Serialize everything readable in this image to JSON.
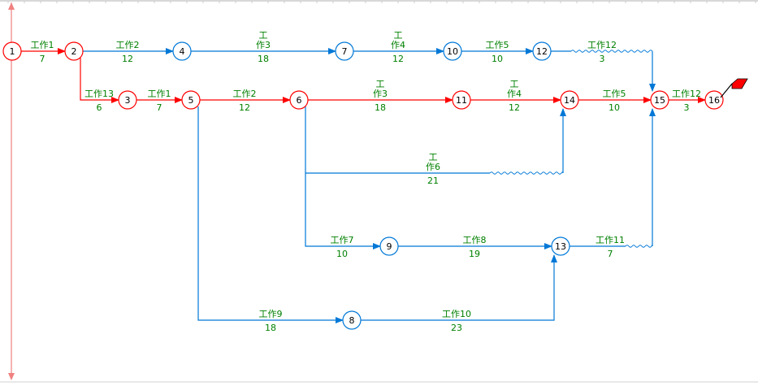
{
  "diagram": {
    "nodes": [
      {
        "id": "1",
        "label": "1",
        "critical": true
      },
      {
        "id": "2",
        "label": "2",
        "critical": true
      },
      {
        "id": "3",
        "label": "3",
        "critical": true
      },
      {
        "id": "4",
        "label": "4",
        "critical": false
      },
      {
        "id": "5",
        "label": "5",
        "critical": true
      },
      {
        "id": "6",
        "label": "6",
        "critical": true
      },
      {
        "id": "7",
        "label": "7",
        "critical": false
      },
      {
        "id": "8",
        "label": "8",
        "critical": false
      },
      {
        "id": "9",
        "label": "9",
        "critical": false
      },
      {
        "id": "10",
        "label": "10",
        "critical": false
      },
      {
        "id": "11",
        "label": "11",
        "critical": true
      },
      {
        "id": "12",
        "label": "12",
        "critical": false
      },
      {
        "id": "13",
        "label": "13",
        "critical": false
      },
      {
        "id": "14",
        "label": "14",
        "critical": true
      },
      {
        "id": "15",
        "label": "15",
        "critical": true
      },
      {
        "id": "16",
        "label": "16",
        "critical": true
      }
    ],
    "activities": [
      {
        "from": "1",
        "to": "2",
        "name": "工作1",
        "duration": "7",
        "critical": true
      },
      {
        "from": "2",
        "to": "4",
        "name": "工作2",
        "duration": "12",
        "critical": false
      },
      {
        "from": "4",
        "to": "7",
        "name": "工\n作3",
        "duration": "18",
        "critical": false
      },
      {
        "from": "7",
        "to": "10",
        "name": "工\n作4",
        "duration": "12",
        "critical": false
      },
      {
        "from": "10",
        "to": "12",
        "name": "工作5",
        "duration": "10",
        "critical": false
      },
      {
        "from": "12",
        "to": "15",
        "name": "工作12",
        "duration": "3",
        "critical": false
      },
      {
        "from": "2",
        "to": "3",
        "name": "工作13",
        "duration": "6",
        "critical": true
      },
      {
        "from": "3",
        "to": "5",
        "name": "工作1",
        "duration": "7",
        "critical": true
      },
      {
        "from": "5",
        "to": "6",
        "name": "工作2",
        "duration": "12",
        "critical": true
      },
      {
        "from": "6",
        "to": "11",
        "name": "工\n作3",
        "duration": "18",
        "critical": true
      },
      {
        "from": "11",
        "to": "14",
        "name": "工\n作4",
        "duration": "12",
        "critical": true
      },
      {
        "from": "14",
        "to": "15",
        "name": "工作5",
        "duration": "10",
        "critical": true
      },
      {
        "from": "15",
        "to": "16",
        "name": "工作12",
        "duration": "3",
        "critical": true
      },
      {
        "from": "6",
        "to": "14",
        "name": "工\n作6",
        "duration": "21",
        "critical": false
      },
      {
        "from": "6",
        "to": "9",
        "name": "工作7",
        "duration": "10",
        "critical": false
      },
      {
        "from": "9",
        "to": "13",
        "name": "工作8",
        "duration": "19",
        "critical": false
      },
      {
        "from": "13",
        "to": "15",
        "name": "工作11",
        "duration": "7",
        "critical": false
      },
      {
        "from": "5",
        "to": "8",
        "name": "工作9",
        "duration": "18",
        "critical": false
      },
      {
        "from": "8",
        "to": "13",
        "name": "工作10",
        "duration": "23",
        "critical": false
      }
    ]
  },
  "colors": {
    "critical": "#ff0000",
    "normal": "#0078d7",
    "label": "#008000",
    "node_text": "#000000",
    "grid": "#cccccc",
    "axis": "#f08080",
    "flag": "#ff0000"
  }
}
